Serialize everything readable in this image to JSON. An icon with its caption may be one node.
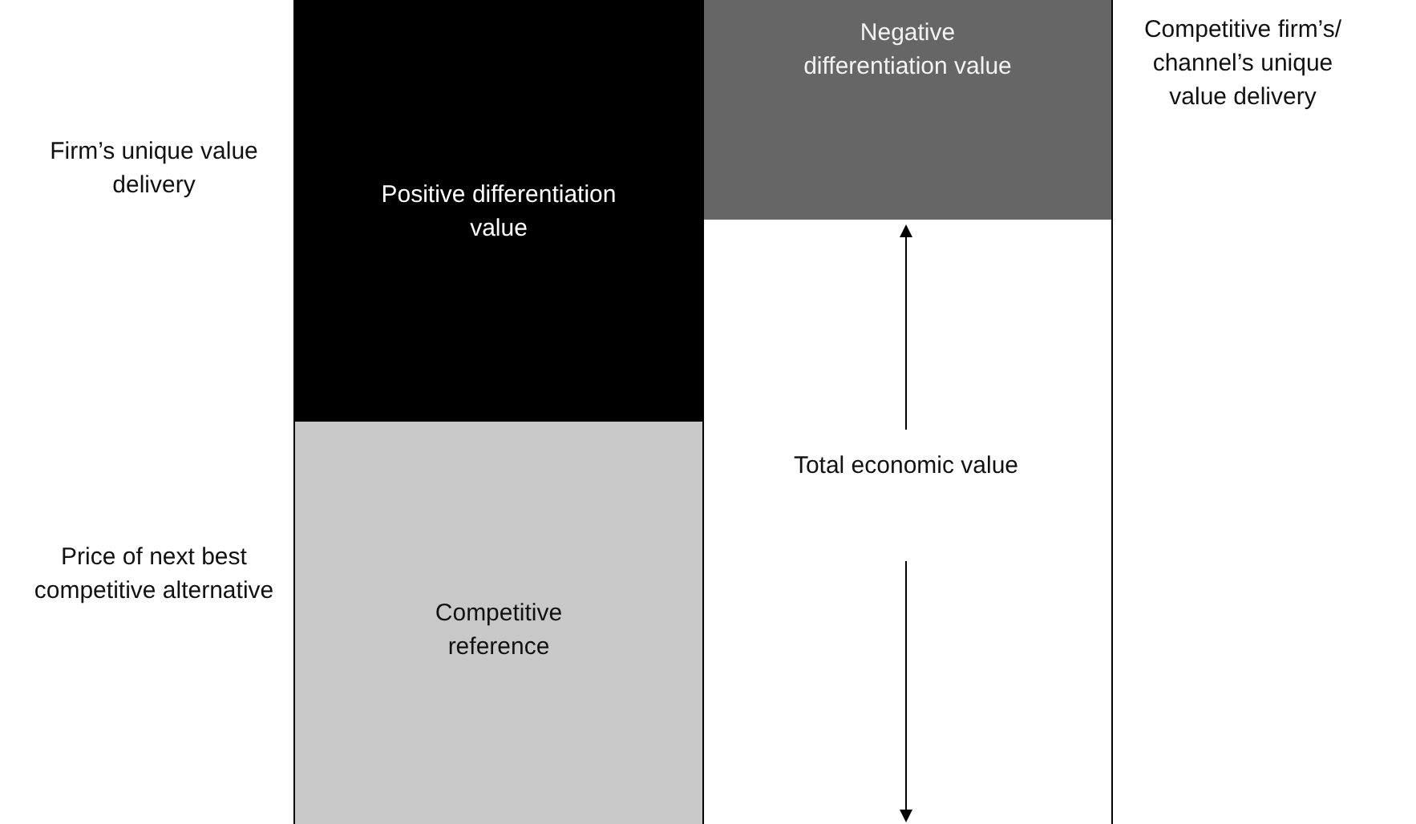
{
  "diagram": {
    "nodes": [
      {
        "text": [
          "Positive differentiation value"
        ]
      },
      {
        "text": [
          "Competitive reference"
        ]
      },
      {
        "text": [
          "Negative differentiation value"
        ]
      }
    ],
    "labels": [
      "Competitive firm’s/ channel’s unique value delivery",
      "Firm’s unique value delivery",
      "Total economic value",
      "Price of next best competitive alternative"
    ]
  }
}
